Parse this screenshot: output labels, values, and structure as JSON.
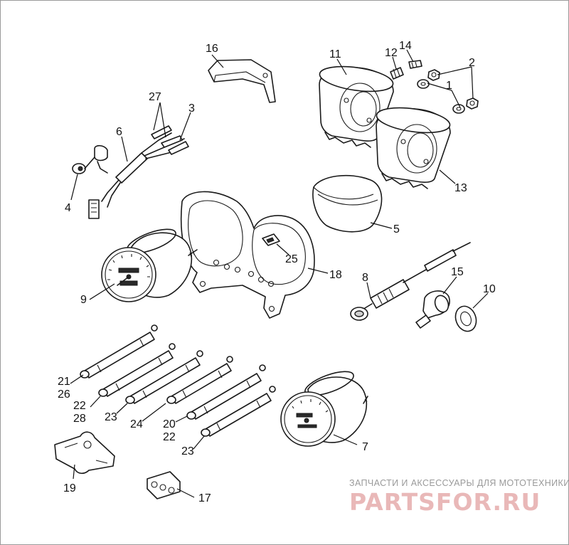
{
  "callouts": {
    "c1": "1",
    "c2": "2",
    "c3": "3",
    "c4": "4",
    "c5": "5",
    "c6": "6",
    "c7": "7",
    "c8": "8",
    "c9": "9",
    "c10": "10",
    "c11": "11",
    "c12": "12",
    "c13": "13",
    "c14": "14",
    "c15": "15",
    "c16": "16",
    "c17": "17",
    "c18": "18",
    "c19": "19",
    "c20": "20",
    "c21": "21",
    "c22a": "22",
    "c22b": "22",
    "c23a": "23",
    "c23b": "23",
    "c24": "24",
    "c25": "25",
    "c26": "26",
    "c27": "27",
    "c28": "28"
  },
  "watermark": {
    "subtitle": "ЗАПЧАСТИ И АКСЕССУАРЫ ДЛЯ МОТОТЕХНИКИ",
    "logo": "PARTSFOR.RU"
  },
  "colors": {
    "line": "#1a1a1a",
    "watermark_logo": "#e9b8b8",
    "watermark_text": "#9a9a9a"
  }
}
